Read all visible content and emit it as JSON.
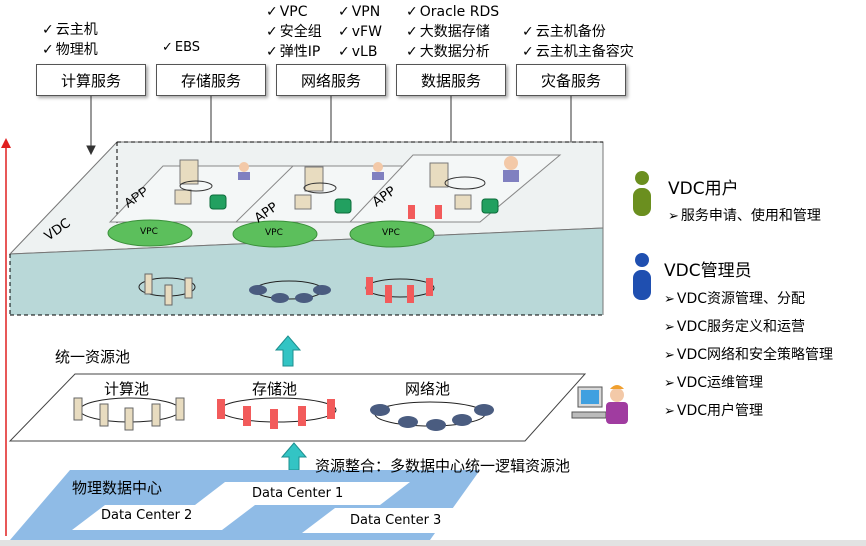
{
  "services": [
    {
      "label": "计算服务",
      "features": [
        "云主机",
        "物理机"
      ]
    },
    {
      "label": "存储服务",
      "features": [
        "EBS"
      ]
    },
    {
      "label": "网络服务",
      "features_left": [
        "VPC",
        "安全组",
        "弹性IP"
      ],
      "features_right": [
        "VPN",
        "vFW",
        "vLB"
      ]
    },
    {
      "label": "数据服务",
      "features": [
        "Oracle RDS",
        "大数据存储",
        "大数据分析"
      ]
    },
    {
      "label": "灾备服务",
      "features": [
        "云主机备份",
        "云主机主备容灾"
      ]
    }
  ],
  "vdc": {
    "label": "VDC",
    "app_label": "APP",
    "vpc_label": "VPC"
  },
  "pool": {
    "title": "统一资源池",
    "compute": "计算池",
    "storage": "存储池",
    "network": "网络池"
  },
  "integration": "资源整合：多数据中心统一逻辑资源池",
  "physical": {
    "title": "物理数据中心",
    "dc1": "Data Center 1",
    "dc2": "Data Center 2",
    "dc3": "Data Center 3"
  },
  "roles": {
    "user": {
      "title": "VDC用户",
      "items": [
        "服务申请、使用和管理"
      ]
    },
    "admin": {
      "title": "VDC管理员",
      "items": [
        "VDC资源管理、分配",
        "VDC服务定义和运营",
        "VDC网络和安全策略管理",
        "VDC运维管理",
        "VDC用户管理"
      ]
    }
  },
  "colors": {
    "cloud": "#5cbf5c",
    "storage": "#f25b5b",
    "platform_top": "#e6eded",
    "platform_side": "#b6d6d6",
    "arrow": "#33c4c4",
    "dc_bg": "#8fbbe6",
    "red_axis": "#e02020"
  }
}
